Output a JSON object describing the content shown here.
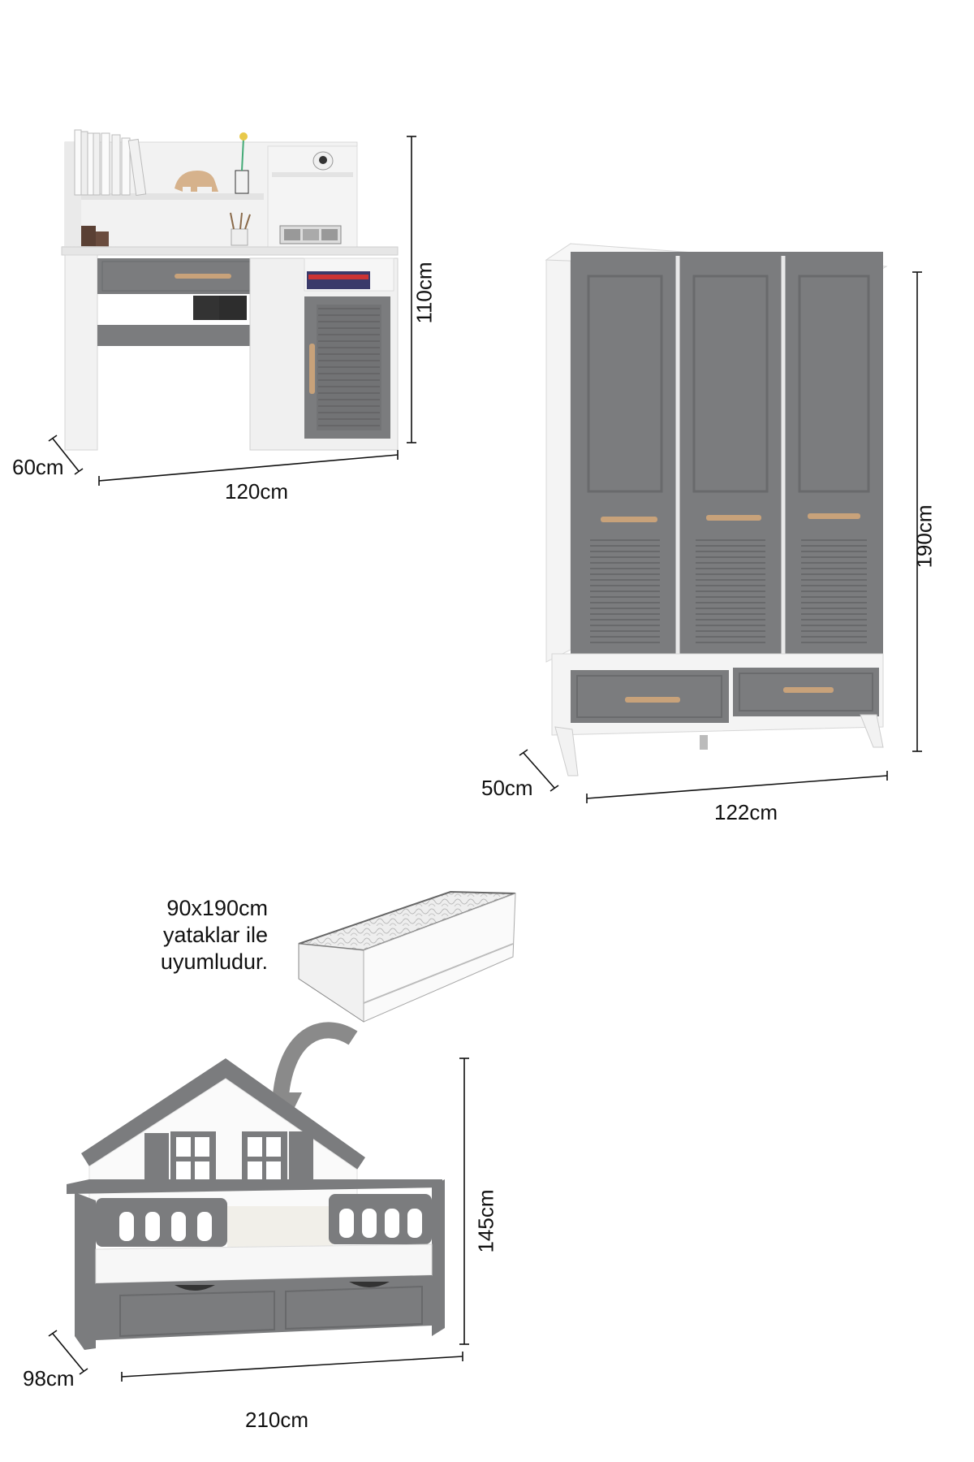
{
  "desk": {
    "width": "120cm",
    "depth": "60cm",
    "height": "110cm"
  },
  "wardrobe": {
    "width": "122cm",
    "depth": "50cm",
    "height": "190cm"
  },
  "bed": {
    "width": "210cm",
    "depth": "98cm",
    "height": "145cm"
  },
  "mattress_note": {
    "line1": "90x190cm",
    "line2": "yataklar ile",
    "line3": "uyumludur."
  },
  "colors": {
    "grey": "#7b7c7e",
    "white": "#f7f7f7",
    "handle": "#c8a27a"
  }
}
